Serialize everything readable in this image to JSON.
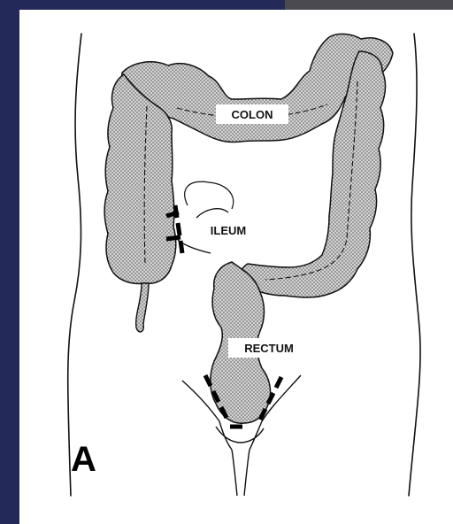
{
  "figure": {
    "panel_letter": "A",
    "labels": {
      "colon": "COLON",
      "ileum": "ILEUM",
      "rectum": "RECTUM"
    }
  },
  "colors": {
    "frame_blue": "#232a5a",
    "frame_gray": "#4a4a50",
    "organ_fill": "#bdbdbd",
    "ink": "#111111"
  }
}
